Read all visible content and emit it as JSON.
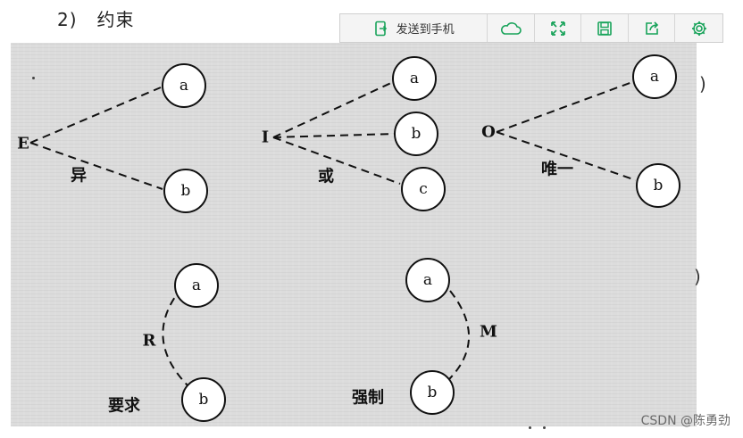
{
  "heading": {
    "number": "2)",
    "title": "约束"
  },
  "toolbar": {
    "send_label": "发送到手机",
    "icons": [
      "send-to-phone-icon",
      "cloud-icon",
      "fullscreen-icon",
      "save-icon",
      "share-icon",
      "settings-icon"
    ],
    "accent_color": "#18a35a"
  },
  "diagrams": {
    "exclusive": {
      "source": "E",
      "targets": [
        "a",
        "b"
      ],
      "label": "异"
    },
    "inclusive": {
      "source": "I",
      "targets": [
        "a",
        "b",
        "c"
      ],
      "label": "或"
    },
    "one_and_only": {
      "source": "O",
      "targets": [
        "a",
        "b"
      ],
      "label": "唯一"
    },
    "requires": {
      "nodes": [
        "a",
        "b"
      ],
      "letter": "R",
      "label": "要求"
    },
    "masks": {
      "nodes": [
        "a",
        "b"
      ],
      "letter": "M",
      "label": "强制"
    }
  },
  "watermark": "CSDN @陈勇劲"
}
